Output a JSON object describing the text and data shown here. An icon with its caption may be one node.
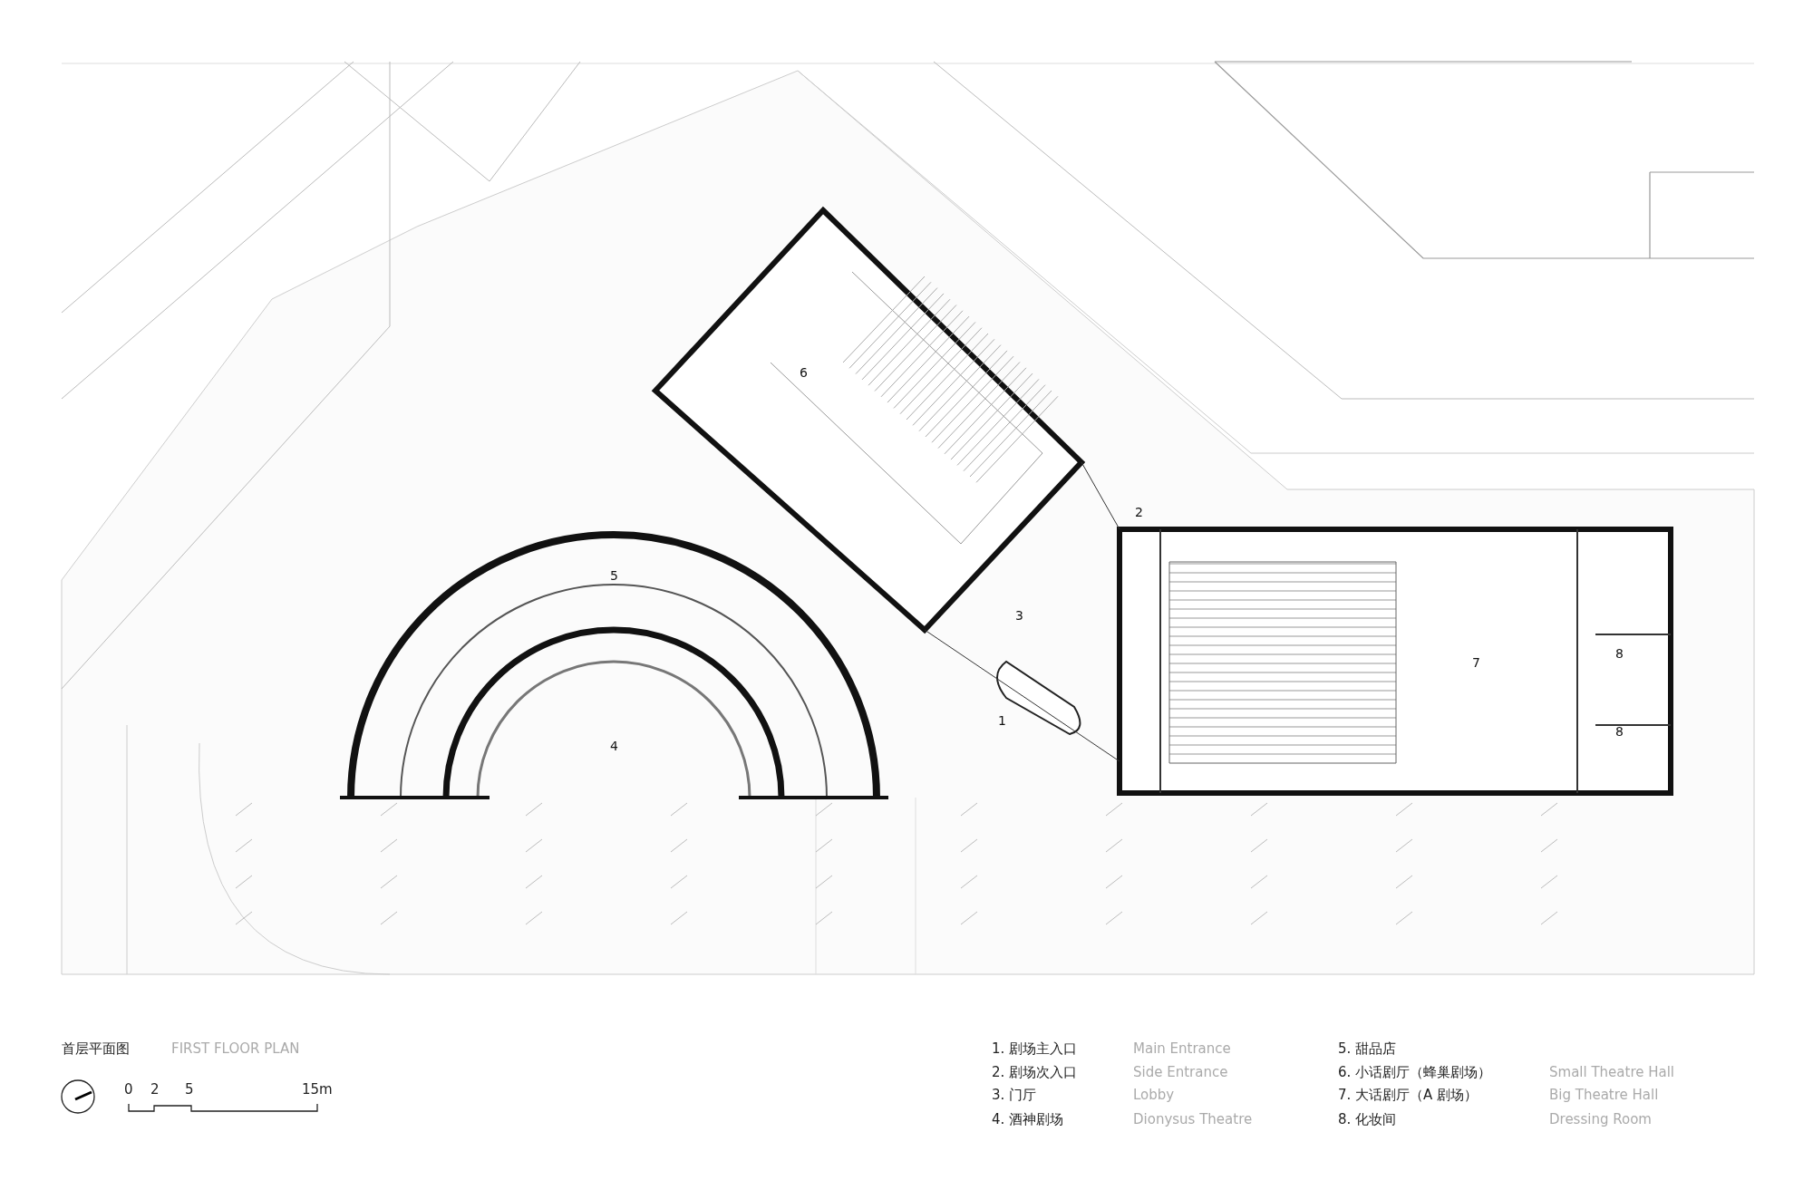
{
  "diagram": {
    "title": "首层平面图",
    "labels": [
      "6",
      "2",
      "5",
      "3",
      "7",
      "8",
      "1",
      "8",
      "4",
      "FIRST FLOOR PLAN",
      "0",
      "2",
      "5",
      "15m",
      "1. 剧场主入口",
      "Main Entrance",
      "2. 剧场次入口",
      "Side Entrance",
      "3. 门厅",
      "Lobby",
      "4. 酒神剧场",
      "Dionysus Theatre",
      "5. 甜品店",
      "6. 小话剧厅（蜂巢剧场）",
      "Small Theatre Hall",
      "7. 大话剧厅（A 剧场）",
      "Big Theatre Hall",
      "8. 化妆间",
      "Dressing Room"
    ]
  }
}
